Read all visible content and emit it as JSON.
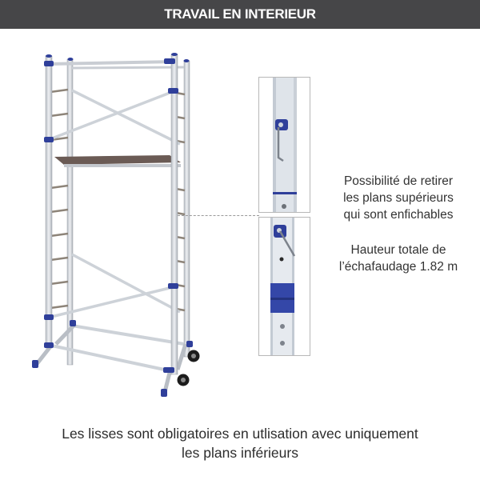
{
  "header": {
    "title": "TRAVAIL EN INTERIEUR"
  },
  "side_notes": [
    {
      "lines": [
        "Possibilité de retirer",
        "les plans supérieurs",
        "qui sont enfichables"
      ]
    },
    {
      "lines": [
        "Hauteur totale de",
        "l’échafaudage 1.82 m"
      ]
    }
  ],
  "footer_note": {
    "lines": [
      "Les lisses sont obligatoires en utlisation avec uniquement",
      "les plans inférieurs"
    ]
  },
  "images": {
    "scaffold": "mobile-aluminium-scaffold-photo",
    "detail_top": "upright-locking-pin-detail",
    "detail_bottom": "upright-connector-detail"
  },
  "colors": {
    "header_bg": "#464648",
    "accent_blue": "#2f3f9a",
    "aluminium": "#d9dde2"
  }
}
